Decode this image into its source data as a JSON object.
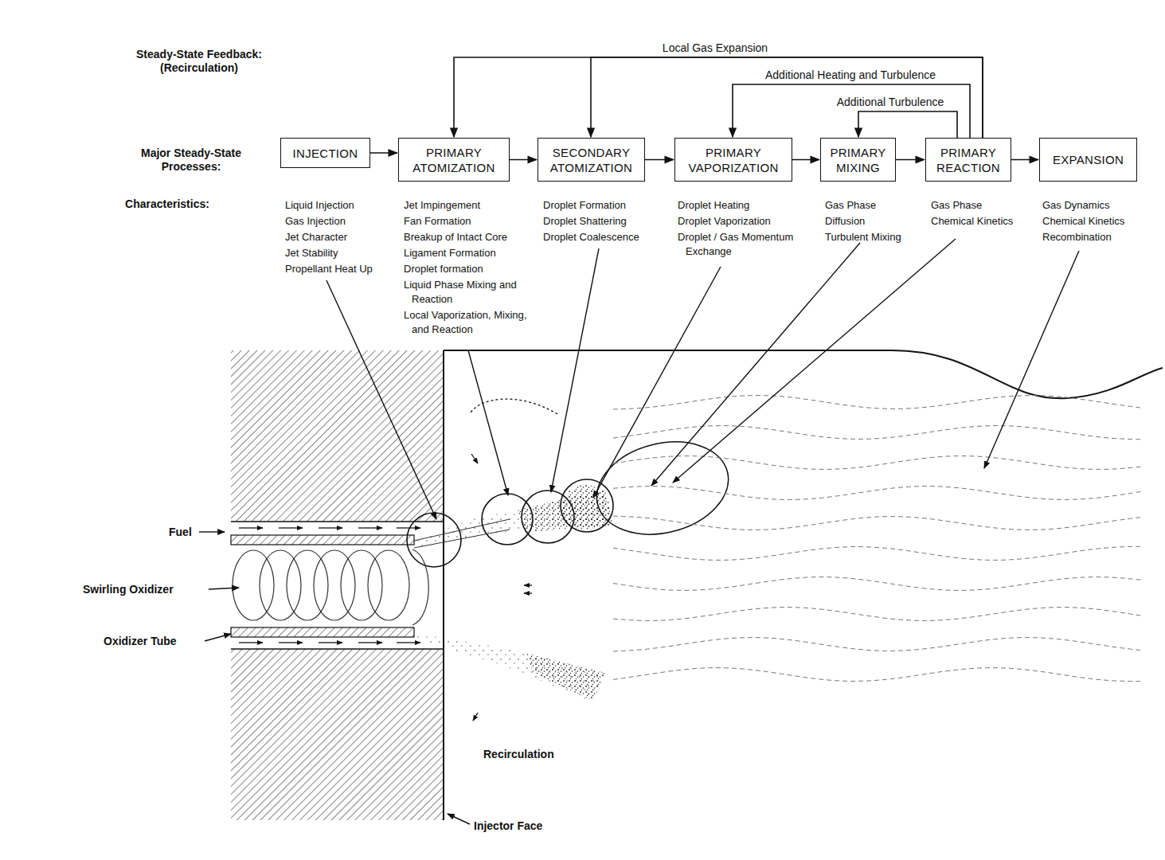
{
  "diagram": {
    "nodes": [
      {
        "text": [
          "INJECTION"
        ]
      },
      {
        "text": [
          "PRIMARY ATOMIZATION"
        ]
      },
      {
        "text": [
          "SECONDARY ATOMIZATION"
        ]
      },
      {
        "text": [
          "PRIMARY VAPORIZATION"
        ]
      },
      {
        "text": [
          "PRIMARY MIXING"
        ]
      },
      {
        "text": [
          "PRIMARY REACTION"
        ]
      },
      {
        "text": [
          "EXPANSION"
        ]
      }
    ],
    "edges": [
      {
        "from": 0,
        "to": 1,
        "arrow": "to"
      },
      {
        "from": 1,
        "to": 2,
        "arrow": "to"
      },
      {
        "from": 2,
        "to": 3,
        "arrow": "to"
      },
      {
        "from": 3,
        "to": 4,
        "arrow": "to"
      },
      {
        "from": 4,
        "to": 5,
        "arrow": "to"
      },
      {
        "from": 5,
        "to": 6,
        "arrow": "to"
      },
      {
        "from": 5,
        "to": 1,
        "arrow": "to",
        "label": "Local Gas Expansion"
      },
      {
        "from": 5,
        "to": 2,
        "arrow": "to"
      },
      {
        "from": 5,
        "to": 3,
        "arrow": "to",
        "label": "Additional Heating and Turbulence"
      },
      {
        "from": 5,
        "to": 4,
        "arrow": "to",
        "label": "Additional Turbulence"
      }
    ],
    "labels": [
      "Steady-State Feedback: (Recirculation)",
      "Major Steady-State Processes:",
      "Characteristics:",
      "Liquid Injection",
      "Gas Injection",
      "Jet Character",
      "Jet Stability",
      "Propellant Heat Up",
      "Jet Impingement",
      "Fan Formation",
      "Breakup of Intact Core",
      "Ligament Formation",
      "Droplet formation",
      "Liquid Phase Mixing and Reaction",
      "Local Vaporization, Mixing, and Reaction",
      "Droplet Formation",
      "Droplet Shattering",
      "Droplet Coalescence",
      "Droplet Heating",
      "Droplet Vaporization",
      "Droplet / Gas Momentum Exchange",
      "Gas Phase",
      "Diffusion",
      "Turbulent Mixing",
      "Gas Phase",
      "Chemical Kinetics",
      "Gas Dynamics",
      "Chemical Kinetics",
      "Recombination",
      "Fuel",
      "Swirling Oxidizer",
      "Oxidizer Tube",
      "Recirculation",
      "Injector Face"
    ]
  }
}
